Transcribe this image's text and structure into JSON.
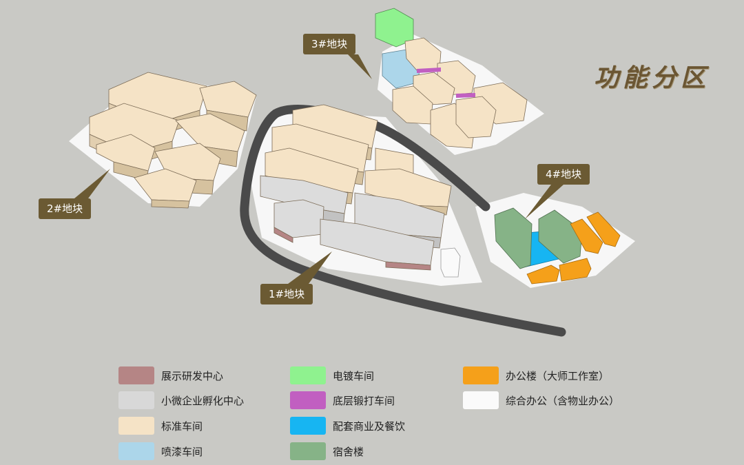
{
  "title": "功能分区",
  "plot_labels": {
    "plot1": "1#地块",
    "plot2": "2#地块",
    "plot3": "3#地块",
    "plot4": "4#地块"
  },
  "colors": {
    "background": "#c9c9c5",
    "label_bg": "#6b5a33",
    "ground": "#f7f7f7",
    "road": "#4a4a4a"
  },
  "legend": [
    {
      "label": "展示研发中心",
      "color": "#b58585"
    },
    {
      "label": "小微企业孵化中心",
      "color": "#d8d8d8"
    },
    {
      "label": "标准车间",
      "color": "#f5e3c6"
    },
    {
      "label": "喷漆车间",
      "color": "#acd6ea"
    },
    {
      "label": "电镀车间",
      "color": "#8ff28f"
    },
    {
      "label": "底层锻打车间",
      "color": "#c15fc1"
    },
    {
      "label": "配套商业及餐饮",
      "color": "#17b5f2"
    },
    {
      "label": "宿舍楼",
      "color": "#86b387"
    },
    {
      "label": "办公楼（大师工作室）",
      "color": "#f5a01a"
    },
    {
      "label": "综合办公（含物业办公）",
      "color": "#fafafa"
    }
  ]
}
